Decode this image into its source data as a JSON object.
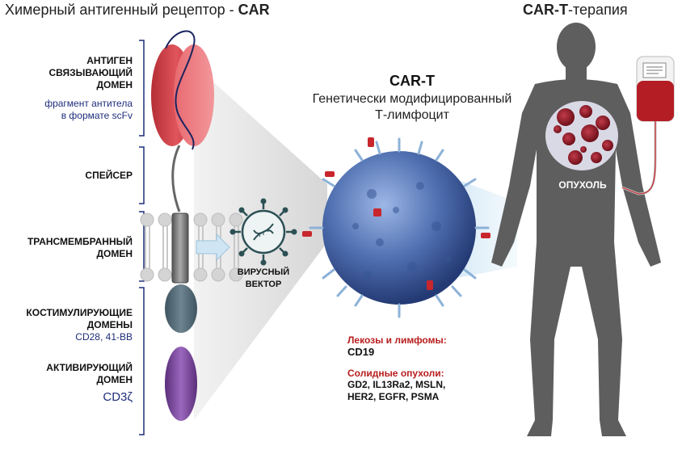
{
  "header": {
    "left_title": "Химерный антигенный рецептор - ",
    "left_title_bold": "CAR",
    "right_title_bold": "CAR-T",
    "right_title": "-терапия"
  },
  "domains": {
    "antigen_binding": {
      "line1": "АНТИГЕН",
      "line2": "СВЯЗЫВАЮЩИЙ",
      "line3": "ДОМЕН",
      "note1": "фрагмент антитела",
      "note2": "в формате scFv"
    },
    "spacer": {
      "label": "СПЕЙСЕР"
    },
    "transmembrane": {
      "line1": "ТРАНСМЕМБРАННЫЙ",
      "line2": "ДОМЕН"
    },
    "costimulatory": {
      "line1": "КОСТИМУЛИРУЮЩИЕ",
      "line2": "ДОМЕНЫ",
      "note": "CD28, 41-BB"
    },
    "activating": {
      "line1": "АКТИВИРУЮЩИЙ",
      "line2": "ДОМЕН",
      "note": "CD3ζ"
    }
  },
  "vector": {
    "line1": "ВИРУСНЫЙ",
    "line2": "ВЕКТОР"
  },
  "cart": {
    "title": "CAR-T",
    "subtitle1": "Генетически модифицированный",
    "subtitle2": "Т-лимфоцит"
  },
  "targets": {
    "leukemia_heading": "Лекозы и лимфомы:",
    "leukemia_list": "CD19",
    "solid_heading": "Солидные опухоли:",
    "solid_list1": "GD2, IL13Ra2, MSLN,",
    "solid_list2": "HER2, EGFR, PSMA"
  },
  "body": {
    "tumor_label": "ОПУХОЛЬ"
  },
  "colors": {
    "antigen_red": "#d9484f",
    "costim_slate": "#5d7480",
    "activating_purple": "#7d4a9e",
    "cell_blue": "#4f6fb0",
    "silhouette": "#5e5e5e",
    "tumor_red": "#8e1b26",
    "note_blue": "#1f2e7a",
    "heading_red": "#b81d1d"
  }
}
